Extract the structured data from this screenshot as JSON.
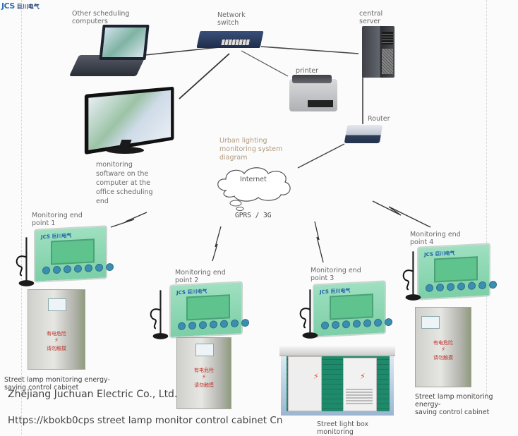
{
  "logo": {
    "brand": "JCS",
    "brand_cn": "巨川电气"
  },
  "diagram": {
    "title": "Urban lighting monitoring system diagram",
    "nodes": {
      "other_computers": {
        "label_line1": "Other scheduling",
        "label_line2": "computers"
      },
      "network_switch": {
        "label_line1": "Network",
        "label_line2": "switch"
      },
      "central_server": {
        "label_line1": "central",
        "label_line2": "server"
      },
      "printer": {
        "label": "printer"
      },
      "router": {
        "label": "Router"
      },
      "monitor": {
        "label_lines": [
          "monitoring",
          "software on the",
          "computer at the",
          "office scheduling",
          "end"
        ]
      },
      "internet": {
        "label": "Internet"
      },
      "gprs": {
        "label": "GPRS / 3G"
      }
    },
    "endpoints": [
      {
        "label_line1": "Monitoring end",
        "label_line2": "point 1"
      },
      {
        "label_line1": "Monitoring end",
        "label_line2": "point 2"
      },
      {
        "label_line1": "Monitoring end",
        "label_line2": "point 3"
      },
      {
        "label_line1": "Monitoring end",
        "label_line2": "point 4"
      }
    ],
    "cabinets": {
      "cabinet_left": {
        "label_line1": "Street lamp monitoring energy-",
        "label_line2": "saving control cabinet"
      },
      "cabinet_right": {
        "label_line1": "Street lamp monitoring energy-",
        "label_line2": "saving control cabinet"
      },
      "box": {
        "label_line1": "Street light box",
        "label_line2": "monitoring"
      },
      "cabinet_text_line1": "有电危险",
      "cabinet_text_line2": "请勿触摸",
      "bolt_glyph": "⚡"
    },
    "terminal_brand": "JCS 巨川电气"
  },
  "footer": {
    "company": "Zhejiang Juchuan Electric Co., Ltd.",
    "url": "Https://kbokb0cps street lamp monitor control cabinet Cn"
  },
  "colors": {
    "label_gray": "#6a6a6a",
    "title_tan": "#b09a80",
    "terminal_green": "#8fd8b4",
    "cabinet_red_text": "#c0332b"
  }
}
